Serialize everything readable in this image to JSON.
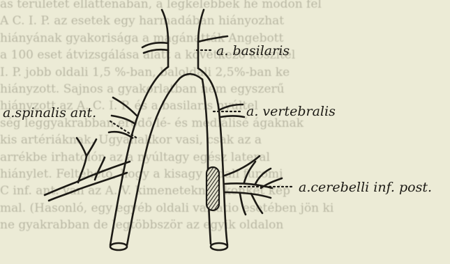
{
  "labels": {
    "basilaris": "a. basilaris",
    "spinalis_ant": "a.spinalis ant.",
    "vertebralis": "a. vertebralis",
    "cerebelli_inf_post": "a.cerebelli inf. post."
  },
  "background_text": [
    "ás területet elláttenaban, a legkelebbek hé módon fel",
    "A C. I. P. az esetek egy harmadában hiányozhat",
    "hiányának gyakorisága a magánatták Angebott",
    "a 100 eset átvizsgálása alatt a következő kószítél",
    "I. P. jobb oldali 1,5 %-ban, baloldali 2,5%-ban ke",
    "hiányzott. Sajnos a gyakorlatban nem egyszerű",
    "hiányzott az A. C. I. P. és a basilaris nyúltel",
    "ség leggyakrabban eredő lé- és mediálisé ágaknak",
    "kis artériáknak. Ugyanakkor vasi, csak az a",
    "arrékbe irhatolón az a nyúltagy egész lateral",
    "hiánylet. Feltehető, hogy a kisagy oldali furomi",
    "C inf. ant. van az A. V. kimeneteknek konkét kép",
    "mal. (Hasonló, egy egyéb oldali variatio esetében jön ki",
    "ne gyakrabban de legtöbbször az egyik oldalon"
  ]
}
